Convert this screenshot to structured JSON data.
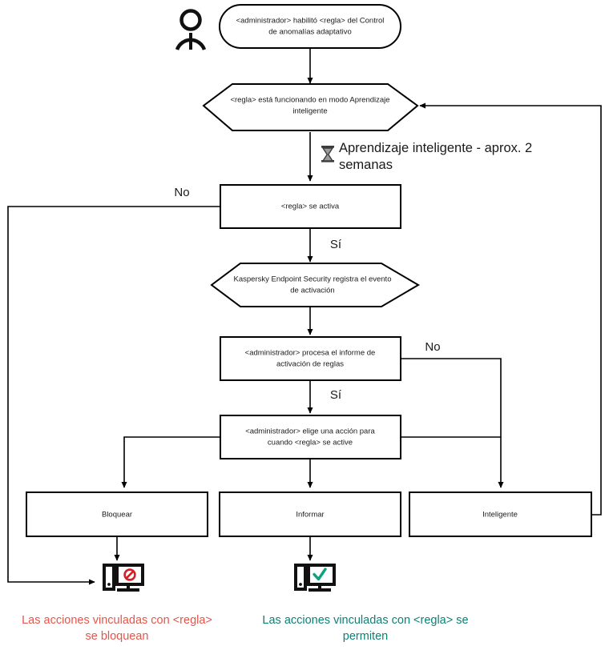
{
  "diagram": {
    "title": "Flujo del Control de anomalias adaptativo",
    "colors": {
      "line": "#000000",
      "text": "#1a1a1a",
      "block_red": "#e2574c",
      "allow_teal": "#0f8074"
    },
    "actor": {
      "icon": "person-icon",
      "name": "actor-administrador"
    },
    "nodes": [
      {
        "id": "start",
        "type": "rounded",
        "line1": "<administrador> habilitó <regla> del Control",
        "line2": "de anomalías adaptativo"
      },
      {
        "id": "learning-mode",
        "type": "hexagon",
        "line1": "<regla> está funcionando en modo Aprendizaje",
        "line2": "inteligente"
      },
      {
        "id": "rule-triggers",
        "type": "rect",
        "line1": "<regla> se activa",
        "line2": ""
      },
      {
        "id": "kes-logs-event",
        "type": "hexagon",
        "line1": "Kaspersky Endpoint Security registra el evento",
        "line2": "de activación"
      },
      {
        "id": "admin-processes-report",
        "type": "rect",
        "line1": "<administrador> procesa el informe de",
        "line2": "activación de reglas"
      },
      {
        "id": "admin-chooses-action",
        "type": "rect",
        "line1": "<administrador> elige una acción para",
        "line2": "cuando <regla> se active"
      },
      {
        "id": "action-block",
        "type": "rect",
        "line1": "Bloquear",
        "line2": ""
      },
      {
        "id": "action-inform",
        "type": "rect",
        "line1": "Informar",
        "line2": ""
      },
      {
        "id": "action-smart",
        "type": "rect",
        "line1": "Inteligente",
        "line2": ""
      }
    ],
    "edge_labels": {
      "no_rule_triggers": "No",
      "yes_rule_triggers": "Sí",
      "no_admin_report": "No",
      "yes_admin_report": "Sí"
    },
    "note": {
      "icon": "hourglass-icon",
      "line1": "Aprendizaje inteligente - aprox. 2",
      "line2": "semanas"
    },
    "outcomes": [
      {
        "id": "outcome-blocked",
        "icon": "computer-blocked-icon",
        "line1": "Las acciones vinculadas con <regla>",
        "line2": "se bloquean",
        "color": "#e2574c"
      },
      {
        "id": "outcome-allowed",
        "icon": "computer-allowed-icon",
        "line1": "Las acciones vinculadas con <regla> se",
        "line2": "permiten",
        "color": "#0f8074"
      }
    ]
  }
}
